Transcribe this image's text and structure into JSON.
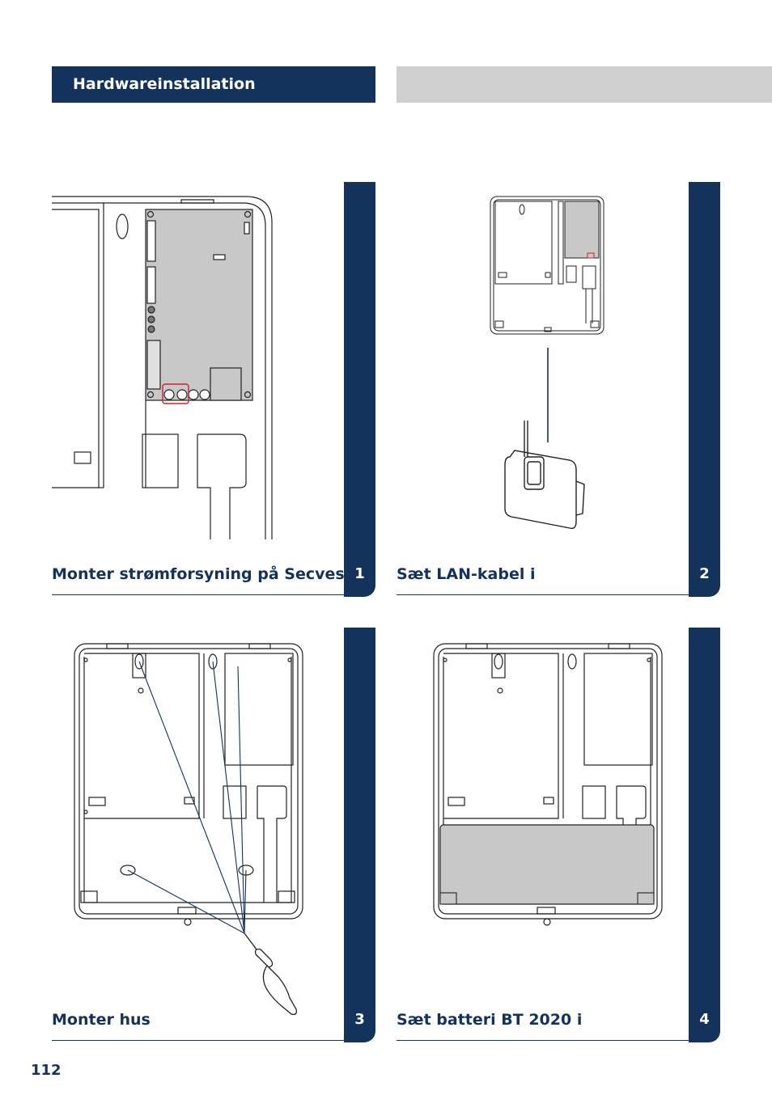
{
  "header": {
    "section_title": "Hardwareinstallation"
  },
  "steps": [
    {
      "number": "1",
      "caption": "Monter strømforsyning på Secvest"
    },
    {
      "number": "2",
      "caption": "Sæt LAN-kabel i"
    },
    {
      "number": "3",
      "caption": "Monter hus"
    },
    {
      "number": "4",
      "caption": "Sæt batteri BT 2020 i"
    }
  ],
  "page": {
    "number": "112"
  },
  "colors": {
    "navy": "#13325c",
    "gray_band": "#cfcfcf",
    "highlight": "#d0202c"
  }
}
